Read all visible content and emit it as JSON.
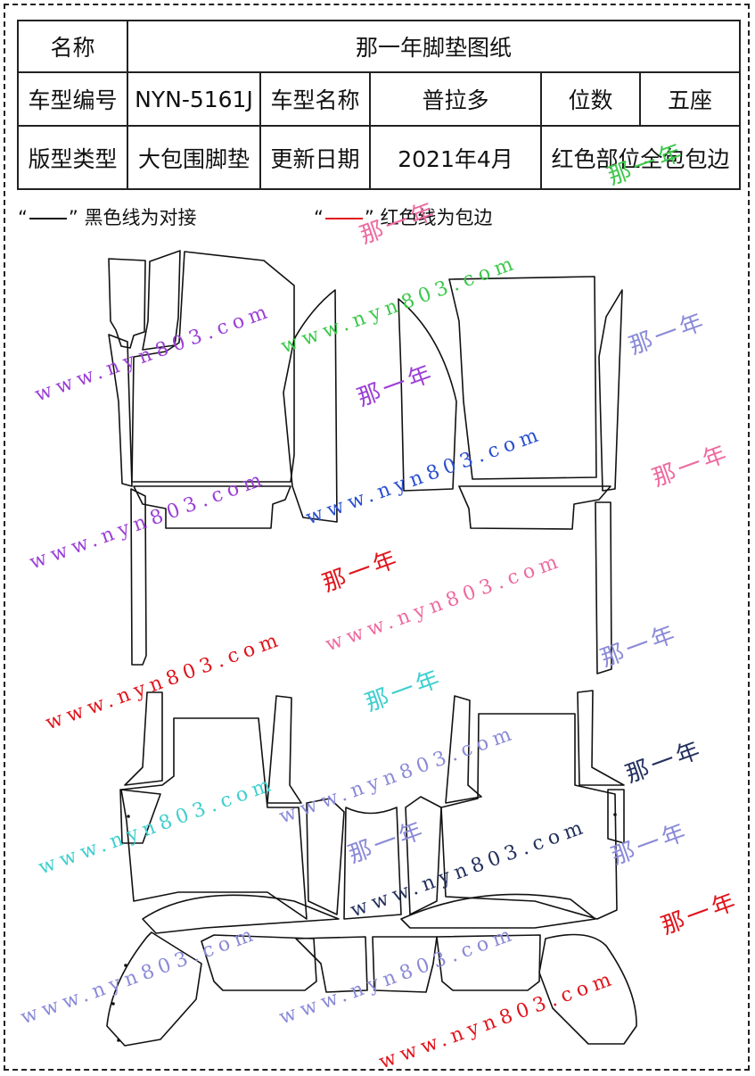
{
  "sheet": {
    "row1": {
      "label": "名称",
      "title": "那一年脚垫图纸"
    },
    "row2": {
      "code_label": "车型编号",
      "code": "NYN-5161J",
      "model_label": "车型名称",
      "model": "普拉多",
      "seats_label": "位数",
      "seats": "五座"
    },
    "row3": {
      "type_label": "版型类型",
      "type": "大包围脚垫",
      "date_label": "更新日期",
      "date": "2021年4月",
      "note": "红色部位全包包边"
    }
  },
  "legend": {
    "black": {
      "open_quote": "“",
      "close_quote": "”",
      "text": "黑色线为对接",
      "color": "#111111"
    },
    "red": {
      "open_quote": "“",
      "close_quote": "”",
      "text": "红色线为包边",
      "color": "#e0141c"
    }
  },
  "watermarks": {
    "url": "www.nyn803.com",
    "brand": "那一年",
    "colors": [
      "#9b3fd6",
      "#3cc84a",
      "#2a4fd0",
      "#ee6aa0",
      "#e0141c",
      "#3fcfcf",
      "#8a8ad8",
      "#23305e"
    ]
  }
}
